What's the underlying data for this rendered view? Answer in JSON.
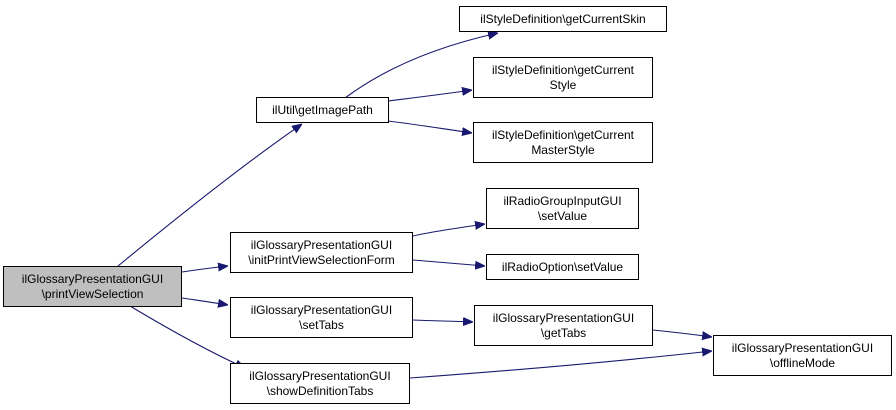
{
  "colors": {
    "edge": "#191970",
    "root_fill": "#bfbfbf",
    "node_fill": "#ffffff",
    "border": "#000000"
  },
  "nodes": {
    "root": [
      "ilGlossaryPresentationGUI",
      "\\printViewSelection"
    ],
    "getImagePath": [
      "ilUtil\\getImagePath"
    ],
    "getCurrentSkin": [
      "ilStyleDefinition\\getCurrentSkin"
    ],
    "getCurrentStyle": [
      "ilStyleDefinition\\getCurrent",
      "Style"
    ],
    "getCurrentMasterStyle": [
      "ilStyleDefinition\\getCurrent",
      "MasterStyle"
    ],
    "initPrintViewSelectionForm": [
      "ilGlossaryPresentationGUI",
      "\\initPrintViewSelectionForm"
    ],
    "radioGroupSetValue": [
      "ilRadioGroupInputGUI",
      "\\setValue"
    ],
    "radioOptionSetValue": [
      "ilRadioOption\\setValue"
    ],
    "setTabs": [
      "ilGlossaryPresentationGUI",
      "\\setTabs"
    ],
    "getTabs": [
      "ilGlossaryPresentationGUI",
      "\\getTabs"
    ],
    "offlineMode": [
      "ilGlossaryPresentationGUI",
      "\\offlineMode"
    ],
    "showDefinitionTabs": [
      "ilGlossaryPresentationGUI",
      "\\showDefinitionTabs"
    ]
  }
}
